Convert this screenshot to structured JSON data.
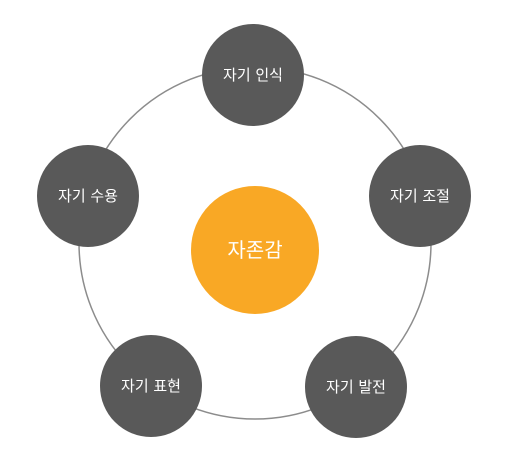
{
  "diagram": {
    "center": {
      "label": "자존감"
    },
    "nodes": [
      {
        "label": "자기 인식"
      },
      {
        "label": "자기 조절"
      },
      {
        "label": "자기 발전"
      },
      {
        "label": "자기 표현"
      },
      {
        "label": "자기 수용"
      }
    ]
  },
  "colors": {
    "center_fill": "#f9a825",
    "node_fill": "#595959",
    "ring_stroke": "#8c8c8c",
    "label_text": "#ffffff"
  }
}
